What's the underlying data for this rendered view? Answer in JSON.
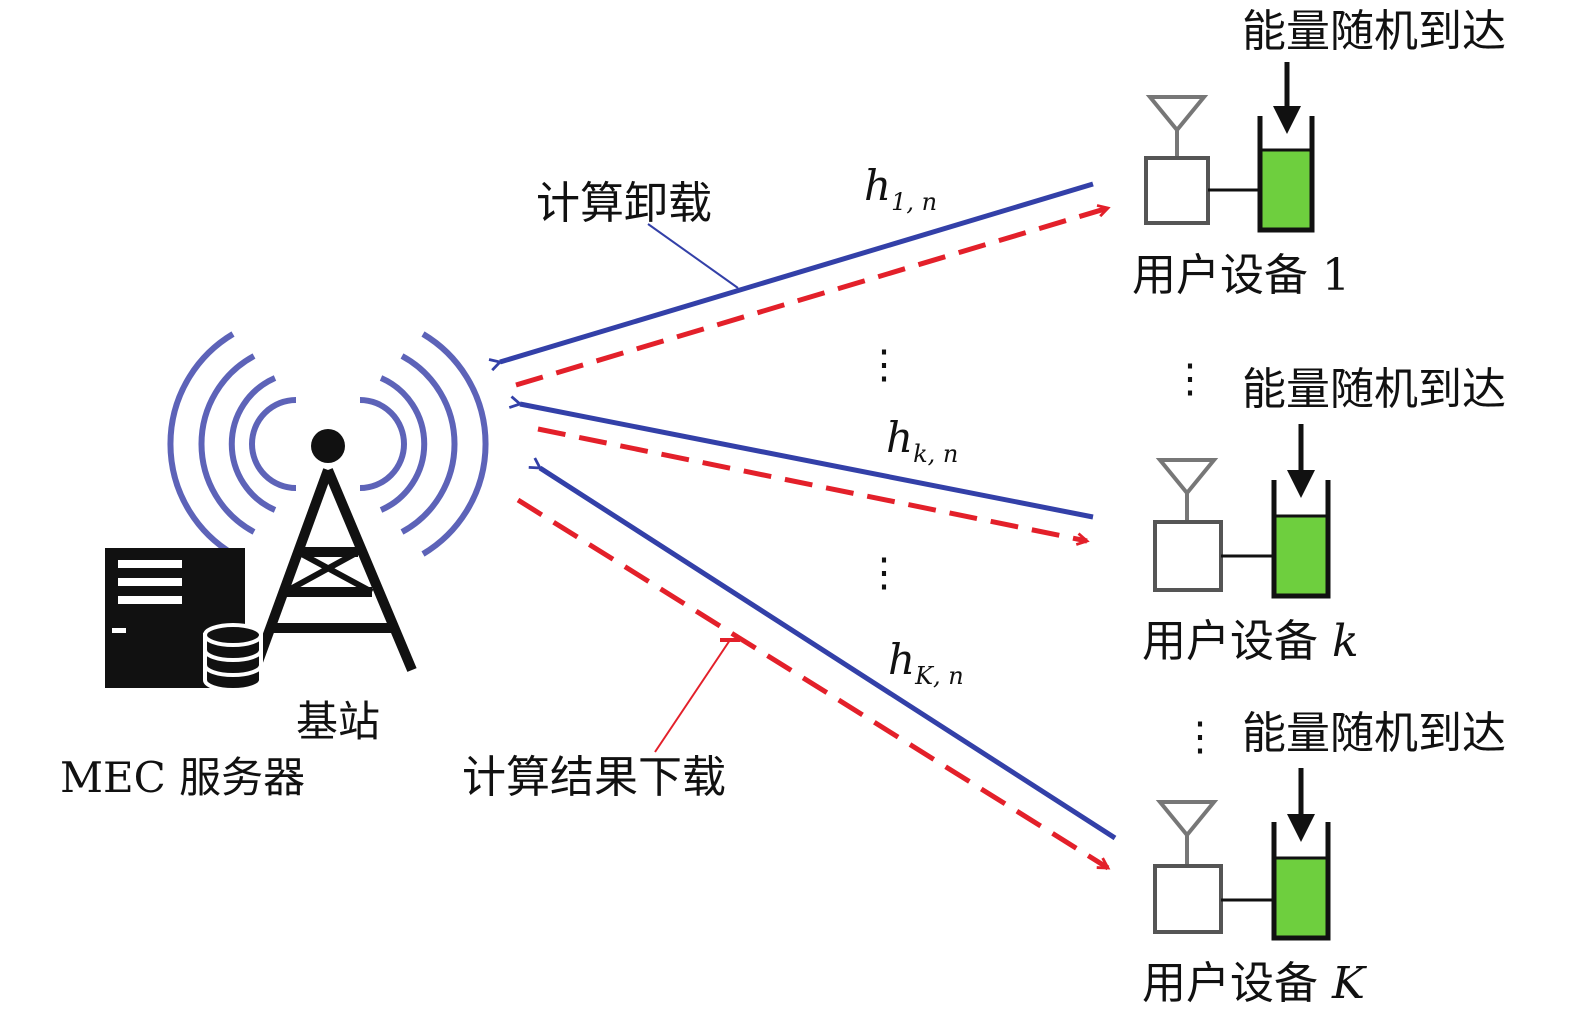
{
  "base_station": {
    "station_label": "基站",
    "server_label": "MEC 服务器"
  },
  "links": {
    "offload_label": "计算卸载",
    "download_label": "计算结果下载",
    "channel_1": {
      "base": "h",
      "sub": "1, n"
    },
    "channel_k": {
      "base": "h",
      "sub": "k, n"
    },
    "channel_K": {
      "base": "h",
      "sub": "K, n"
    },
    "ellipsis": "⋮"
  },
  "devices": [
    {
      "name_prefix": "用户设备",
      "index": "1",
      "energy_label": "能量随机到达"
    },
    {
      "name_prefix": "用户设备",
      "index": "k",
      "energy_label": "能量随机到达"
    },
    {
      "name_prefix": "用户设备",
      "index": "K",
      "energy_label": "能量随机到达"
    }
  ],
  "colors": {
    "uplink": "#3340a8",
    "downlink": "#e3202a",
    "battery_fill": "#6ecf3e",
    "waves": "#5d63b8"
  }
}
